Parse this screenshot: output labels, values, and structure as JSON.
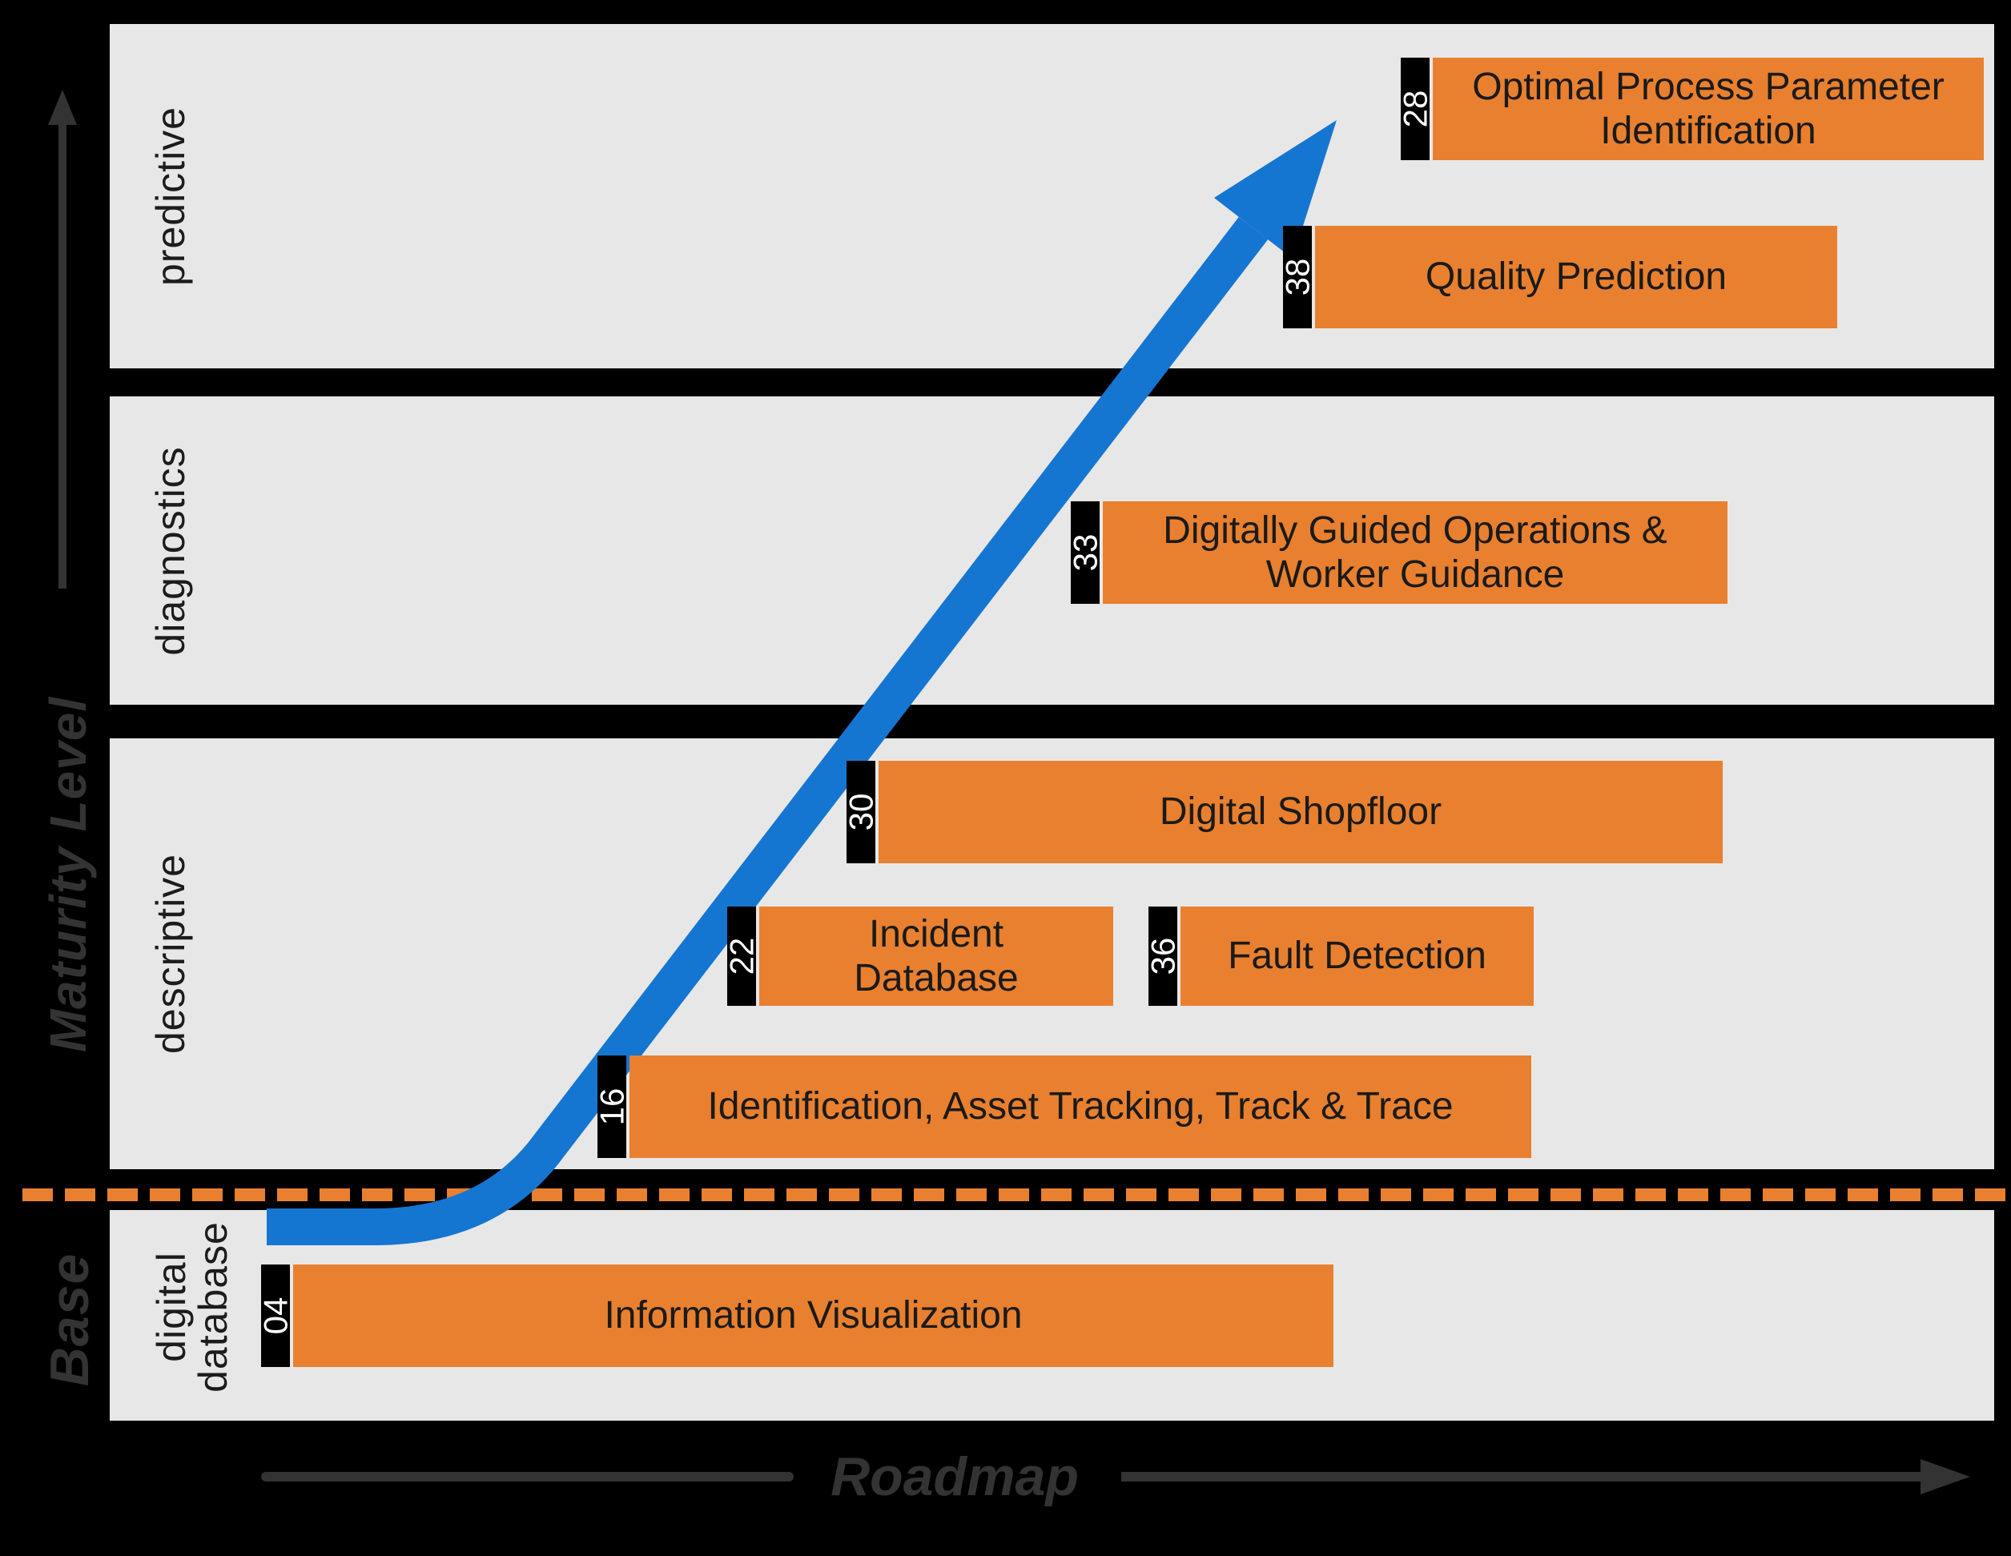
{
  "diagram": {
    "type": "maturity-roadmap",
    "y_axis": {
      "label": "Maturity Level"
    },
    "x_axis": {
      "label": "Roadmap"
    },
    "levels": [
      {
        "id": "predictive",
        "label": "predictive"
      },
      {
        "id": "diagnostics",
        "label": "diagnostics"
      },
      {
        "id": "descriptive",
        "label": "descriptive"
      },
      {
        "id": "base",
        "label": "Base",
        "sublabel": "digital database"
      }
    ],
    "bars": [
      {
        "number": "28",
        "label": "Optimal Process Parameter Identification",
        "level": "predictive"
      },
      {
        "number": "38",
        "label": "Quality Prediction",
        "level": "predictive"
      },
      {
        "number": "33",
        "label": "Digitally Guided Operations & Worker Guidance",
        "level": "diagnostics"
      },
      {
        "number": "30",
        "label": "Digital Shopfloor",
        "level": "descriptive"
      },
      {
        "number": "22",
        "label": "Incident Database",
        "level": "descriptive"
      },
      {
        "number": "36",
        "label": "Fault Detection",
        "level": "descriptive"
      },
      {
        "number": "16",
        "label": "Identification, Asset Tracking, Track & Trace",
        "level": "descriptive"
      },
      {
        "number": "04",
        "label": "Information Visualization",
        "level": "base"
      }
    ],
    "trend_arrow": {
      "description": "blue arrow from base level rising to predictive level"
    },
    "separator": {
      "style": "dashed",
      "between": [
        "descriptive",
        "base"
      ]
    }
  },
  "colors": {
    "background": "#000000",
    "panel": "#E8E7E7",
    "orange": "#E8802F",
    "blue": "#1576D1",
    "axis": "#333333",
    "bar_text": "#1A1A1A",
    "tab_text": "#FFFFFF",
    "level_text": "#1C1C1C"
  }
}
